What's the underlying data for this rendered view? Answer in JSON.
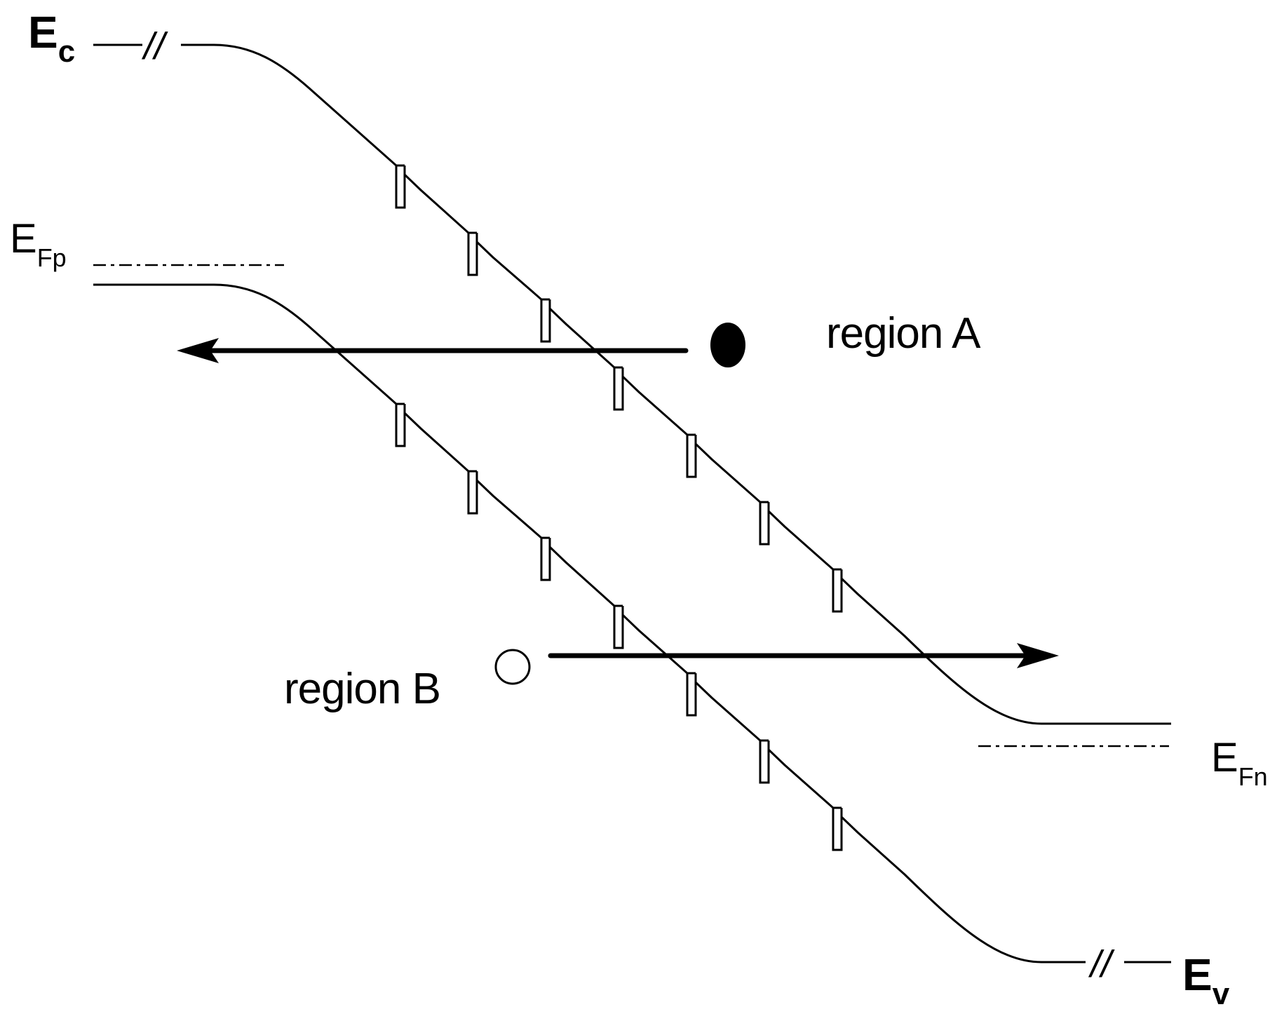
{
  "labels": {
    "ec_main": "E",
    "ec_sub": "c",
    "efp_main": "E",
    "efp_sub": "Fp",
    "efn_main": "E",
    "efn_sub": "Fn",
    "ev_main": "E",
    "ev_sub": "v",
    "break_top": "//",
    "break_bottom": "//",
    "region_a": "region A",
    "region_b": "region B"
  },
  "colors": {
    "ink": "#000000",
    "background": "#ffffff"
  }
}
